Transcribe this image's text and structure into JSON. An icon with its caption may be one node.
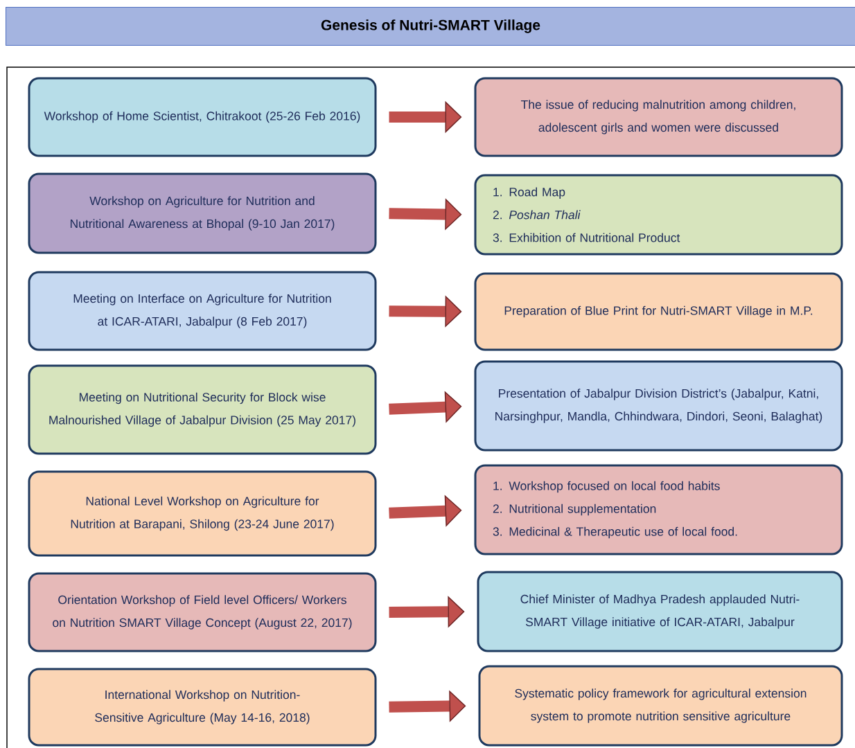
{
  "diagram": {
    "title": "Genesis of Nutri-SMART Village",
    "nodes": [
      {
        "text": [
          "Workshop of Home Scientist, Chitrakoot (25-26 Feb 2016)"
        ]
      },
      {
        "text": [
          "The issue of reducing malnutrition among children, adolescent girls and women were discussed"
        ]
      },
      {
        "text": [
          "Workshop on Agriculture for Nutrition and Nutritional Awareness at Bhopal (9-10 Jan 2017)"
        ]
      },
      {
        "text": [
          "1. Road Map",
          "2. *Poshan Thali*",
          "3. Exhibition of Nutritional Product"
        ]
      },
      {
        "text": [
          "Meeting on Interface on Agriculture for Nutrition at ICAR-ATARI, Jabalpur (8 Feb 2017)"
        ]
      },
      {
        "text": [
          "Preparation of Blue Print for Nutri-SMART Village in M.P."
        ]
      },
      {
        "text": [
          "Meeting on Nutritional Security for Block wise Malnourished Village of Jabalpur Division (25 May 2017)"
        ]
      },
      {
        "text": [
          "Presentation of Jabalpur Division District’s (Jabalpur, Katni, Narsinghpur, Mandla, Chhindwara, Dindori, Seoni, Balaghat)"
        ]
      },
      {
        "text": [
          "National Level Workshop on Agriculture for Nutrition at Barapani, Shilong (23-24 June 2017)"
        ]
      },
      {
        "text": [
          "1. Workshop focused on local food habits",
          "2. Nutritional supplementation",
          "3. Medicinal & Therapeutic use of local food."
        ]
      },
      {
        "text": [
          "Orientation Workshop of Field level Officers/ Workers on Nutrition SMART Village Concept (August 22, 2017)"
        ]
      },
      {
        "text": [
          "Chief Minister of Madhya Pradesh applauded Nutri-SMART Village initiative of ICAR-ATARI, Jabalpur"
        ]
      },
      {
        "text": [
          "International Workshop on Nutrition-Sensitive Agriculture (May 14-16, 2018)"
        ]
      },
      {
        "text": [
          "Systematic policy framework for agricultural extension system to promote nutrition sensitive agriculture"
        ]
      }
    ],
    "edges": [
      {
        "from": 0,
        "to": 1,
        "arrow": "to"
      },
      {
        "from": 2,
        "to": 3,
        "arrow": "to"
      },
      {
        "from": 4,
        "to": 5,
        "arrow": "to"
      },
      {
        "from": 6,
        "to": 7,
        "arrow": "to"
      },
      {
        "from": 8,
        "to": 9,
        "arrow": "to"
      },
      {
        "from": 10,
        "to": 11,
        "arrow": "to"
      },
      {
        "from": 12,
        "to": 13,
        "arrow": "to"
      }
    ]
  }
}
